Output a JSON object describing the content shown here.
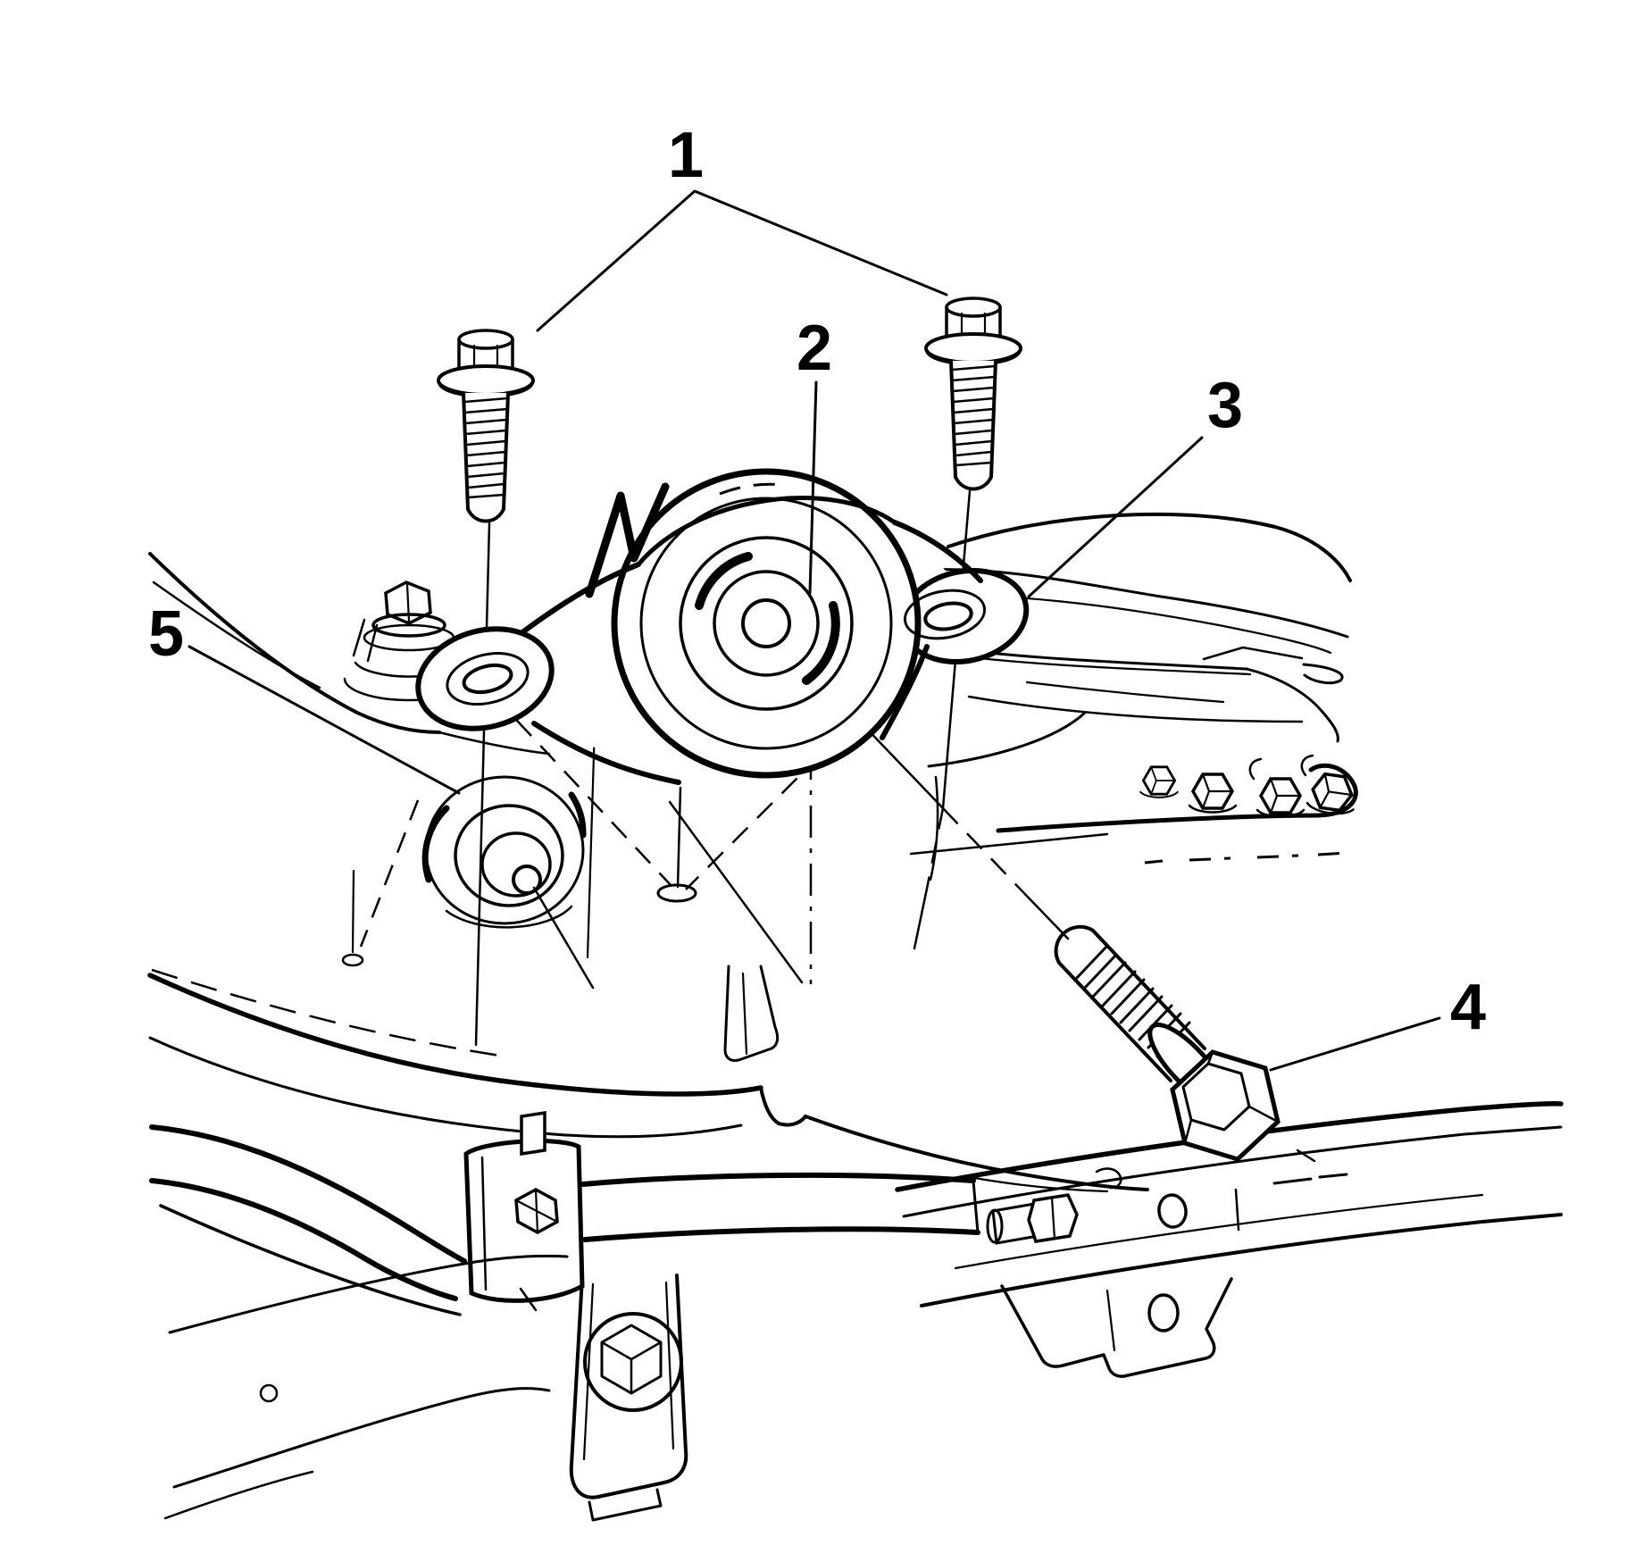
{
  "figure": {
    "type": "technical-line-illustration",
    "subject": "Transmission mount and mounting bolts, underbody view",
    "background_color": "#ffffff",
    "line_color": "#000000"
  },
  "callouts": [
    {
      "label": "1"
    },
    {
      "label": "2"
    },
    {
      "label": "3"
    },
    {
      "label": "4"
    },
    {
      "label": "5"
    }
  ]
}
